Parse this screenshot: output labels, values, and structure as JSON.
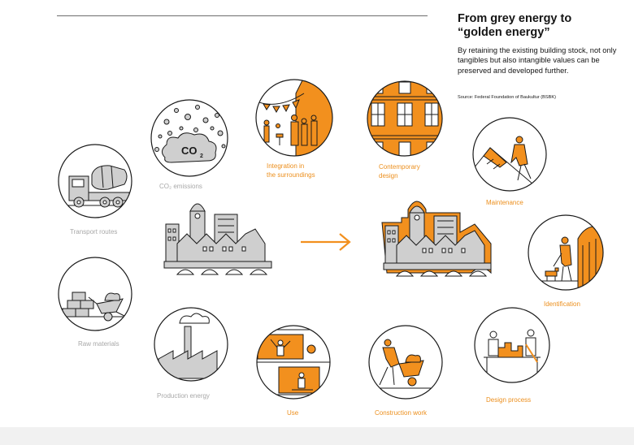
{
  "title": "From grey energy to\n“golden energy”",
  "description": "By retaining the existing building stock, not only tangibles but also intangible values can be preserved and developed further.",
  "source": "Source: Federal Foundation of Baukultur (BSBK)",
  "colors": {
    "gold": "#f2901e",
    "grey_text": "#a8a8a8",
    "grey_fill": "#cfcfcf",
    "line": "#1a1a1a"
  },
  "grey_energy": {
    "transport": {
      "label": "Transport routes",
      "icon": "truck-icon"
    },
    "co2": {
      "label": "CO₂ emissions",
      "cloud_text": "CO",
      "cloud_sub": "2",
      "icon": "co2-cloud-icon"
    },
    "raw": {
      "label": "Raw materials",
      "icon": "wheelbarrow-bricks-icon"
    },
    "production": {
      "label": "Production energy",
      "icon": "factory-icon"
    }
  },
  "golden_energy": {
    "integration": {
      "label_line1": "Integration in",
      "label_line2": "the surroundings",
      "icon": "people-bunting-icon"
    },
    "contemporary": {
      "label_line1": "Contemporary",
      "label_line2": "design",
      "icon": "facade-icon"
    },
    "maintenance": {
      "label": "Maintenance",
      "icon": "roofer-icon"
    },
    "identification": {
      "label": "Identification",
      "icon": "person-dog-icon"
    },
    "design_process": {
      "label": "Design process",
      "icon": "architects-model-icon"
    },
    "construction": {
      "label": "Construction work",
      "icon": "worker-wheelbarrow-icon"
    },
    "use": {
      "label": "Use",
      "icon": "interior-scenes-icon"
    }
  },
  "center": {
    "grey_city_icon": "grey-city-icon",
    "arrow_icon": "arrow-right-icon",
    "gold_city_icon": "gold-city-icon"
  }
}
